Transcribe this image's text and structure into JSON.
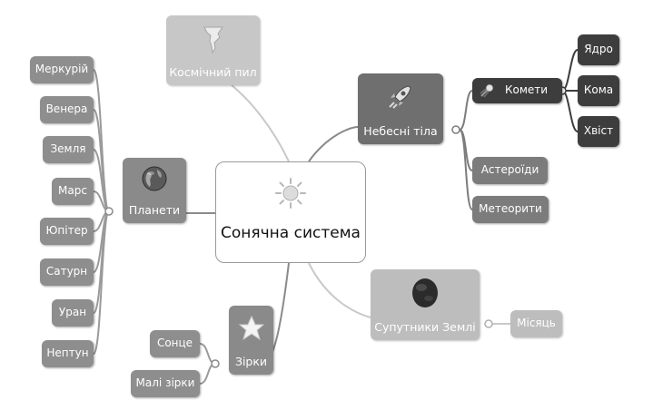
{
  "center": {
    "label": "Сонячна система",
    "icon": "sun-icon"
  },
  "branches": {
    "cosmic_dust": {
      "label": "Космічний пил",
      "icon": "tornado-icon"
    },
    "celestial_bodies": {
      "label": "Небесні тіла",
      "icon": "rocket-icon"
    },
    "planets": {
      "label": "Планети",
      "icon": "globe-icon"
    },
    "earth_satellites": {
      "label": "Супутники Землі",
      "icon": "moon-icon"
    },
    "stars": {
      "label": "Зірки",
      "icon": "star-icon"
    }
  },
  "planets": [
    "Меркурій",
    "Венера",
    "Земля",
    "Марс",
    "Юпітер",
    "Сатурн",
    "Уран",
    "Нептун"
  ],
  "celestial_bodies_children": {
    "comets": {
      "label": "Комети",
      "icon": "comet-icon"
    },
    "asteroids": "Астероїди",
    "meteorites": "Метеорити"
  },
  "comet_parts": [
    "Ядро",
    "Кома",
    "Хвіст"
  ],
  "satellites": [
    "Місяць"
  ],
  "stars_children": [
    "Сонце",
    "Малі зірки"
  ],
  "colors": {
    "planet_nodes": "#8e8e8e",
    "comet_nodes": "#3d3d3d",
    "satellite_nodes": "#c7c7c7",
    "connectors": "#9a9a9a"
  }
}
